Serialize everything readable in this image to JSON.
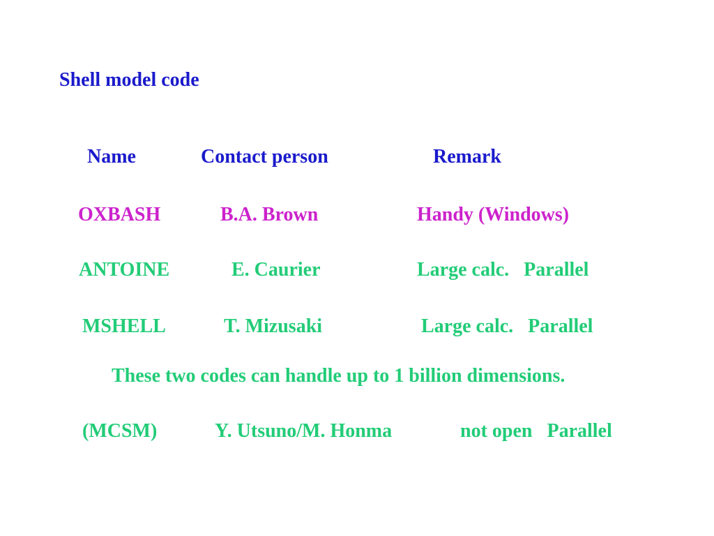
{
  "slide": {
    "title": "Shell model code",
    "headers": {
      "name": "Name",
      "contact": "Contact person",
      "remark": "Remark"
    },
    "rows": [
      {
        "name": "OXBASH",
        "contact": "B.A. Brown",
        "remark": "Handy (Windows)"
      },
      {
        "name": "ANTOINE",
        "contact": "E. Caurier",
        "remark": "Large calc.   Parallel"
      },
      {
        "name": "MSHELL",
        "contact": "T. Mizusaki",
        "remark": "Large calc.   Parallel"
      }
    ],
    "note": "These two codes can handle up to 1 billion dimensions.",
    "last_row": {
      "name": "(MCSM)",
      "contact": "Y. Utsuno/M. Honma",
      "remark": "not open   Parallel"
    },
    "colors": {
      "title": "#1a1acc",
      "header": "#1a1acc",
      "oxbash": "#cc22cc",
      "green": "#22cc77"
    }
  }
}
